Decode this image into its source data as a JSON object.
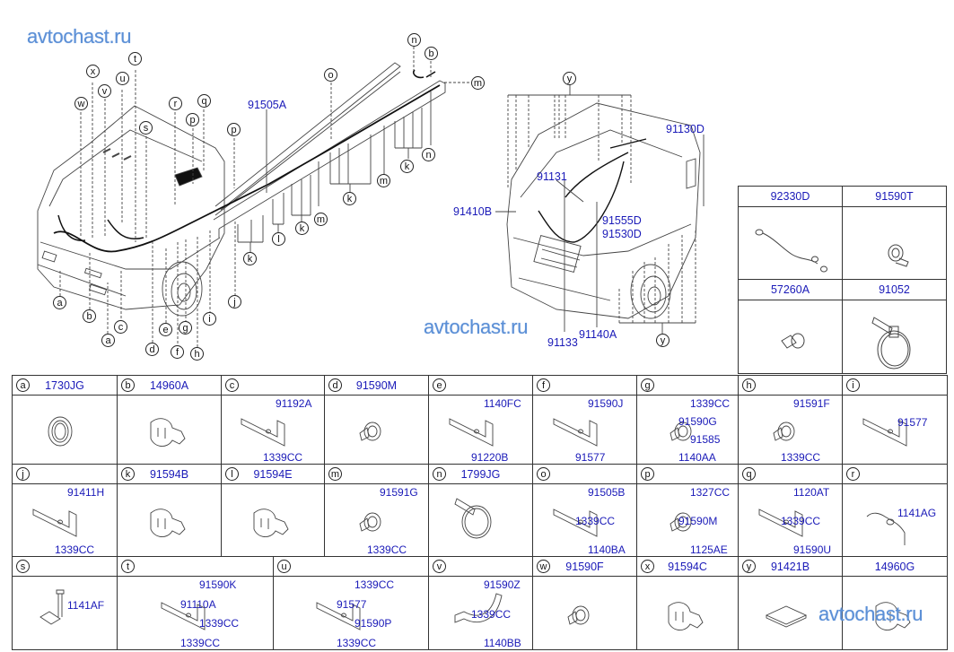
{
  "watermarks": [
    "avtochast.ru",
    "avtochast.ru",
    "avtochast.ru"
  ],
  "colors": {
    "part_number": "#1a1ab8",
    "watermark": "#5b8fd6",
    "line": "#333333"
  },
  "main_diagram": {
    "part_labels": {
      "harness_chassis": "91505A",
      "harness_cab_d": "91130D",
      "harness_91131": "91131",
      "harness_91410b": "91410B",
      "harness_91555d": "91555D",
      "harness_91530d": "91530D",
      "harness_91133": "91133",
      "harness_91140a": "91140A"
    },
    "callouts_left": [
      "x",
      "t",
      "v",
      "u",
      "w",
      "s",
      "r",
      "q",
      "p",
      "p",
      "a",
      "b",
      "a",
      "c",
      "d",
      "e",
      "f",
      "g",
      "h",
      "i",
      "j",
      "k",
      "l",
      "k",
      "m",
      "k",
      "m",
      "k",
      "n",
      "o",
      "n",
      "b",
      "m"
    ],
    "callouts_right": [
      "y",
      "y"
    ]
  },
  "side_parts": [
    {
      "name": "92330D",
      "icon": "ground-cable-icon"
    },
    {
      "name": "91590T",
      "icon": "clamp-icon"
    },
    {
      "name": "57260A",
      "icon": "clip-icon"
    },
    {
      "name": "91052",
      "icon": "cable-tie-icon"
    }
  ],
  "parts": [
    {
      "letter": "a",
      "title": "1730JG",
      "labels": [],
      "icon": "grommet-icon"
    },
    {
      "letter": "b",
      "title": "14960A",
      "labels": [],
      "icon": "clip-icon"
    },
    {
      "letter": "c",
      "title": "",
      "labels": [
        "91192A",
        "1339CC"
      ],
      "icon": "bracket-icon"
    },
    {
      "letter": "d",
      "title": "91590M",
      "labels": [],
      "icon": "clamp-icon"
    },
    {
      "letter": "e",
      "title": "",
      "labels": [
        "1140FC",
        "91220B"
      ],
      "icon": "bracket-icon"
    },
    {
      "letter": "f",
      "title": "",
      "labels": [
        "91590J",
        "91577"
      ],
      "icon": "bracket-icon"
    },
    {
      "letter": "g",
      "title": "",
      "labels": [
        "1339CC",
        "91590G",
        "91585",
        "1140AA"
      ],
      "icon": "clamp-icon"
    },
    {
      "letter": "h",
      "title": "",
      "labels": [
        "91591F",
        "1339CC"
      ],
      "icon": "clamp-icon"
    },
    {
      "letter": "i",
      "title": "",
      "labels": [
        "91577"
      ],
      "icon": "bracket-icon"
    },
    {
      "letter": "j",
      "title": "",
      "labels": [
        "91411H",
        "1339CC"
      ],
      "icon": "bracket-icon"
    },
    {
      "letter": "k",
      "title": "91594B",
      "labels": [],
      "icon": "clip-icon"
    },
    {
      "letter": "l",
      "title": "91594E",
      "labels": [],
      "icon": "clip-icon"
    },
    {
      "letter": "m",
      "title": "",
      "labels": [
        "91591G",
        "1339CC"
      ],
      "icon": "clamp-icon"
    },
    {
      "letter": "n",
      "title": "1799JG",
      "labels": [],
      "icon": "cable-tie-icon"
    },
    {
      "letter": "o",
      "title": "",
      "labels": [
        "91505B",
        "1339CC",
        "1140BA"
      ],
      "icon": "bracket-icon"
    },
    {
      "letter": "p",
      "title": "",
      "labels": [
        "1327CC",
        "91590M",
        "1125AE"
      ],
      "icon": "clamp-icon"
    },
    {
      "letter": "q",
      "title": "",
      "labels": [
        "1120AT",
        "1339CC",
        "91590U"
      ],
      "icon": "bracket-icon"
    },
    {
      "letter": "r",
      "title": "",
      "labels": [
        "1141AG"
      ],
      "icon": "ground-cable-icon"
    },
    {
      "letter": "s",
      "title": "",
      "labels": [
        "1141AF"
      ],
      "icon": "bolt-icon"
    },
    {
      "letter": "t",
      "title": "",
      "labels": [
        "91590K",
        "91110A",
        "1339CC",
        "1339CC"
      ],
      "icon": "bracket-icon"
    },
    {
      "letter": "u",
      "title": "",
      "labels": [
        "1339CC",
        "91577",
        "91590P",
        "1339CC"
      ],
      "icon": "bracket-icon"
    },
    {
      "letter": "v",
      "title": "",
      "labels": [
        "91590Z",
        "1339CC",
        "1140BB"
      ],
      "icon": "strap-icon"
    },
    {
      "letter": "w",
      "title": "91590F",
      "labels": [],
      "icon": "clamp-icon"
    },
    {
      "letter": "x",
      "title": "91594C",
      "labels": [],
      "icon": "clip-icon"
    },
    {
      "letter": "y",
      "title": "91421B",
      "labels": [],
      "icon": "pad-icon"
    },
    {
      "letter": "",
      "title": "14960G",
      "labels": [],
      "icon": "clip-icon"
    }
  ]
}
